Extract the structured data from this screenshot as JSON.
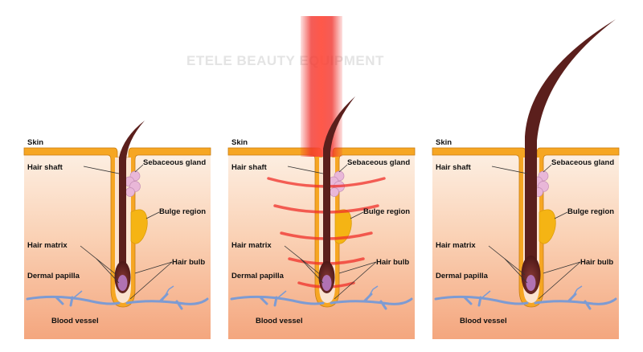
{
  "watermark": "ETELE BEAUTY EQUIPMENT",
  "panels": [
    {
      "stage": "before",
      "labels": {
        "skin": "Skin",
        "hair_shaft": "Hair shaft",
        "sebaceous_gland": "Sebaceous gland",
        "bulge_region": "Bulge region",
        "hair_matrix": "Hair matrix",
        "hair_bulb": "Hair bulb",
        "dermal_papilla": "Dermal papilla",
        "blood_vessel": "Blood vessel"
      }
    },
    {
      "stage": "laser",
      "labels": {
        "skin": "Skin",
        "hair_shaft": "Hair shaft",
        "sebaceous_gland": "Sebaceous gland",
        "bulge_region": "Bulge region",
        "hair_matrix": "Hair matrix",
        "hair_bulb": "Hair bulb",
        "dermal_papilla": "Dermal papilla",
        "blood_vessel": "Blood vessel"
      }
    },
    {
      "stage": "regrowth",
      "labels": {
        "skin": "Skin",
        "hair_shaft": "Hair shaft",
        "sebaceous_gland": "Sebaceous gland",
        "bulge_region": "Bulge region",
        "hair_matrix": "Hair matrix",
        "hair_bulb": "Hair bulb",
        "dermal_papilla": "Dermal papilla",
        "blood_vessel": "Blood vessel"
      }
    }
  ],
  "colors": {
    "skin_surface": "#f6a623",
    "dermis_top": "#fde6d2",
    "dermis_bottom": "#f3a77e",
    "hair": "#5b1f1c",
    "sebaceous_gland": "#e9b7d8",
    "bulge": "#f5b414",
    "papilla": "#b072b3",
    "blood_vessel": "#7d9bd3",
    "laser": "#f0302a"
  }
}
